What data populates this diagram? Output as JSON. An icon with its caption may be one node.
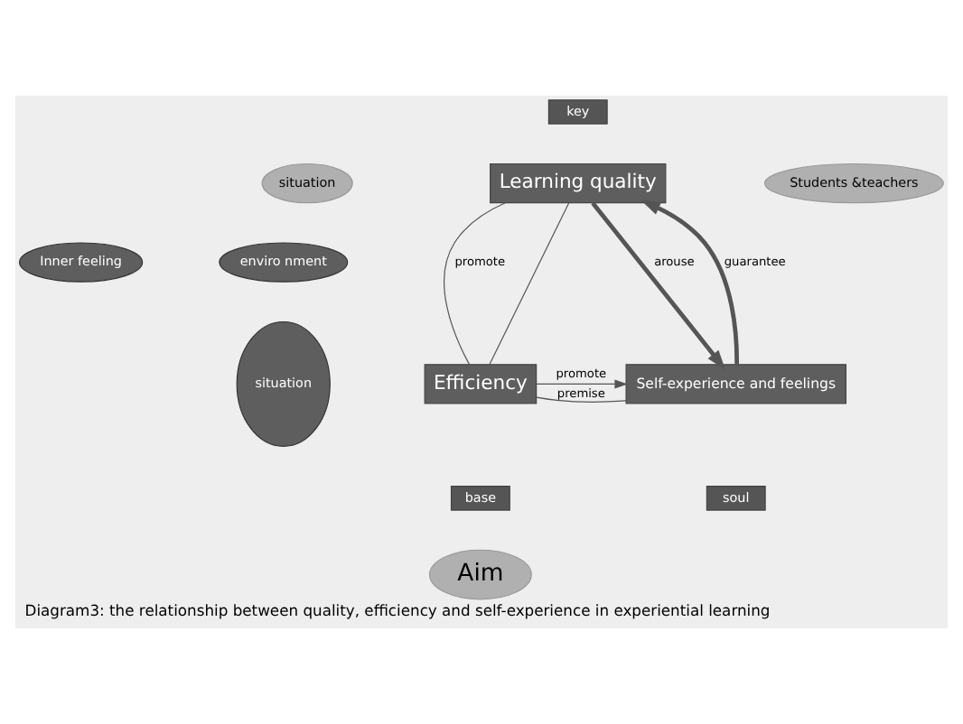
{
  "diagram": {
    "caption": "Diagram3: the relationship between quality, efficiency and self-experience in experiential learning",
    "nodes": [
      {
        "text": [
          "key"
        ]
      },
      {
        "text": [
          "situation"
        ]
      },
      {
        "text": [
          "Learning quality"
        ]
      },
      {
        "text": [
          "Students &teachers"
        ]
      },
      {
        "text": [
          "Inner feeling"
        ]
      },
      {
        "text": [
          "enviro nment"
        ]
      },
      {
        "text": [
          "Efficiency"
        ]
      },
      {
        "text": [
          "Self-experience and feelings"
        ]
      },
      {
        "text": [
          "situation"
        ]
      },
      {
        "text": [
          "base"
        ]
      },
      {
        "text": [
          "soul"
        ]
      },
      {
        "text": [
          "Aim"
        ]
      }
    ],
    "edges": [
      {
        "from": 6,
        "to": 2,
        "label": "promote",
        "arrow": "none"
      },
      {
        "from": 2,
        "to": 6,
        "arrow": "none"
      },
      {
        "from": 6,
        "to": 7,
        "label": "premise",
        "arrow": "none"
      },
      {
        "from": 6,
        "to": 7,
        "label": "promote",
        "arrow": "to"
      },
      {
        "from": 2,
        "to": 7,
        "label": "arouse",
        "arrow": "to",
        "style": "thick"
      },
      {
        "from": 7,
        "to": 2,
        "label": "guarantee",
        "arrow": "to",
        "style": "thick"
      }
    ]
  }
}
